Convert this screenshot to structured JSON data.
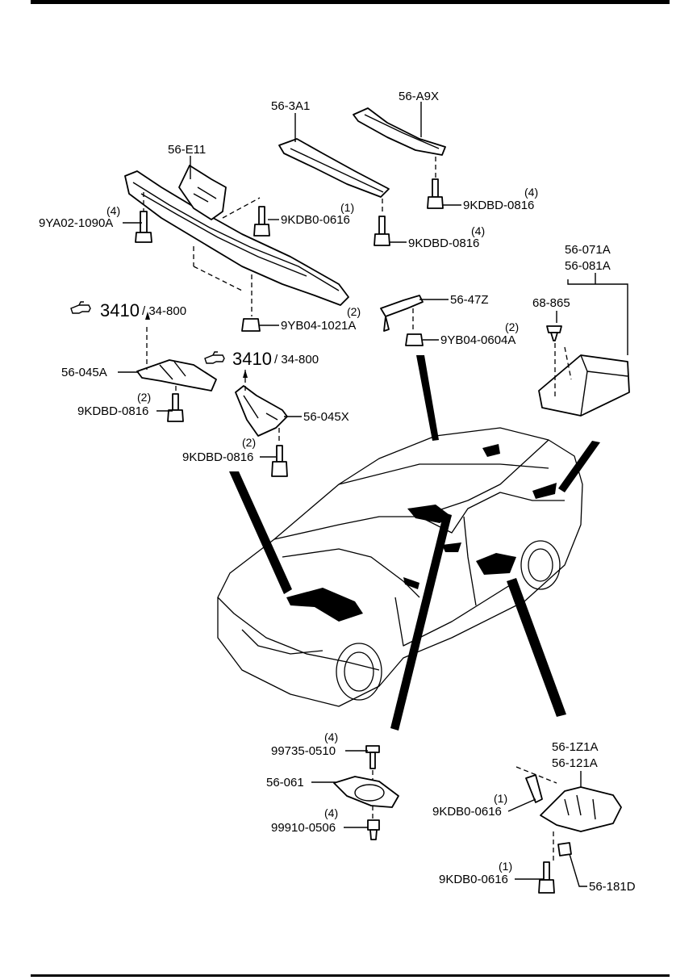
{
  "parts": {
    "p_56_3A1": "56-3A1",
    "p_56_A9X": "56-A9X",
    "p_56_E11": "56-E11",
    "p_9YA02_1090A": "9YA02-1090A",
    "q_9YA02_1090A": "(4)",
    "p_9KDB0_0616_a": "9KDB0-0616",
    "q_9KDB0_0616_a": "(1)",
    "p_9KDBD_0816_a": "9KDBD-0816",
    "q_9KDBD_0816_a": "(4)",
    "p_9KDBD_0816_b": "9KDBD-0816",
    "q_9KDBD_0816_b": "(4)",
    "p_9YB04_1021A": "9YB04-1021A",
    "q_9YB04_1021A": "(2)",
    "p_56_47Z": "56-47Z",
    "p_9YB04_0604A": "9YB04-0604A",
    "q_9YB04_0604A": "(2)",
    "p_56_071A": "56-071A",
    "p_56_081A": "56-081A",
    "p_68_865": "68-865",
    "p_56_045A": "56-045A",
    "p_9KDBD_0816_c": "9KDBD-0816",
    "q_9KDBD_0816_c": "(2)",
    "p_56_045X": "56-045X",
    "p_9KDBD_0816_d": "9KDBD-0816",
    "q_9KDBD_0816_d": "(2)",
    "p_99735_0510": "99735-0510",
    "q_99735_0510": "(4)",
    "p_56_061": "56-061",
    "p_99910_0506": "99910-0506",
    "q_99910_0506": "(4)",
    "p_56_1Z1A": "56-1Z1A",
    "p_56_121A": "56-121A",
    "p_9KDB0_0616_b": "9KDB0-0616",
    "q_9KDB0_0616_b": "(1)",
    "p_9KDB0_0616_c": "9KDB0-0616",
    "q_9KDB0_0616_c": "(1)",
    "p_56_181D": "56-181D"
  },
  "refs": {
    "ref1_big": "3410",
    "ref1_small": "/ 34-800",
    "ref2_big": "3410",
    "ref2_small": "/ 34-800"
  },
  "icons": {
    "ref_pointer": "pointing-hand-icon"
  }
}
